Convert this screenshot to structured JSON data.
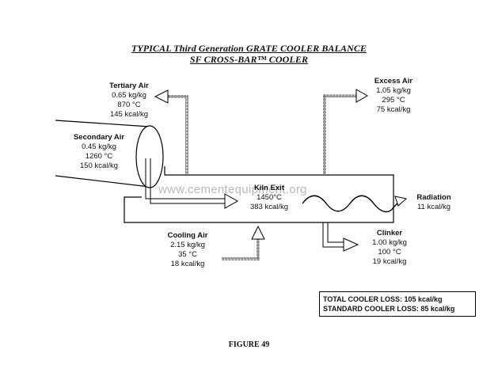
{
  "title_line1": "TYPICAL Third Generation GRATE COOLER BALANCE",
  "title_line2": "SF CROSS-BAR™ COOLER",
  "tertiary_air": {
    "name": "Tertiary Air",
    "flow": "0.65 kg/kg",
    "temp": "870 °C",
    "heat": "145 kcal/kg"
  },
  "excess_air": {
    "name": "Excess Air",
    "flow": "1.05 kg/kg",
    "temp": "295 °C",
    "heat": "75 kcal/kg"
  },
  "secondary_air": {
    "name": "Secondary Air",
    "flow": "0.45 kg/kg",
    "temp": "1260 °C",
    "heat": "150 kcal/kg"
  },
  "kiln_exit": {
    "name": "Kiln Exit",
    "temp": "1450°C",
    "heat": "383 kcal/kg"
  },
  "radiation": {
    "name": "Radiation",
    "heat": "11 kcal/kg"
  },
  "cooling_air": {
    "name": "Cooling Air",
    "flow": "2.15 kg/kg",
    "temp": "35 °C",
    "heat": "18 kcal/kg"
  },
  "clinker": {
    "name": "Clinker",
    "flow": "1.00 kg/kg",
    "temp": "100 °C",
    "heat": "19 kcal/kg"
  },
  "summary": {
    "total": "TOTAL COOLER LOSS:  105 kcal/kg",
    "standard": "STANDARD COOLER LOSS:  85 kcal/kg"
  },
  "figure_caption": "FIGURE 49",
  "watermark": "www.cementequipment.org"
}
